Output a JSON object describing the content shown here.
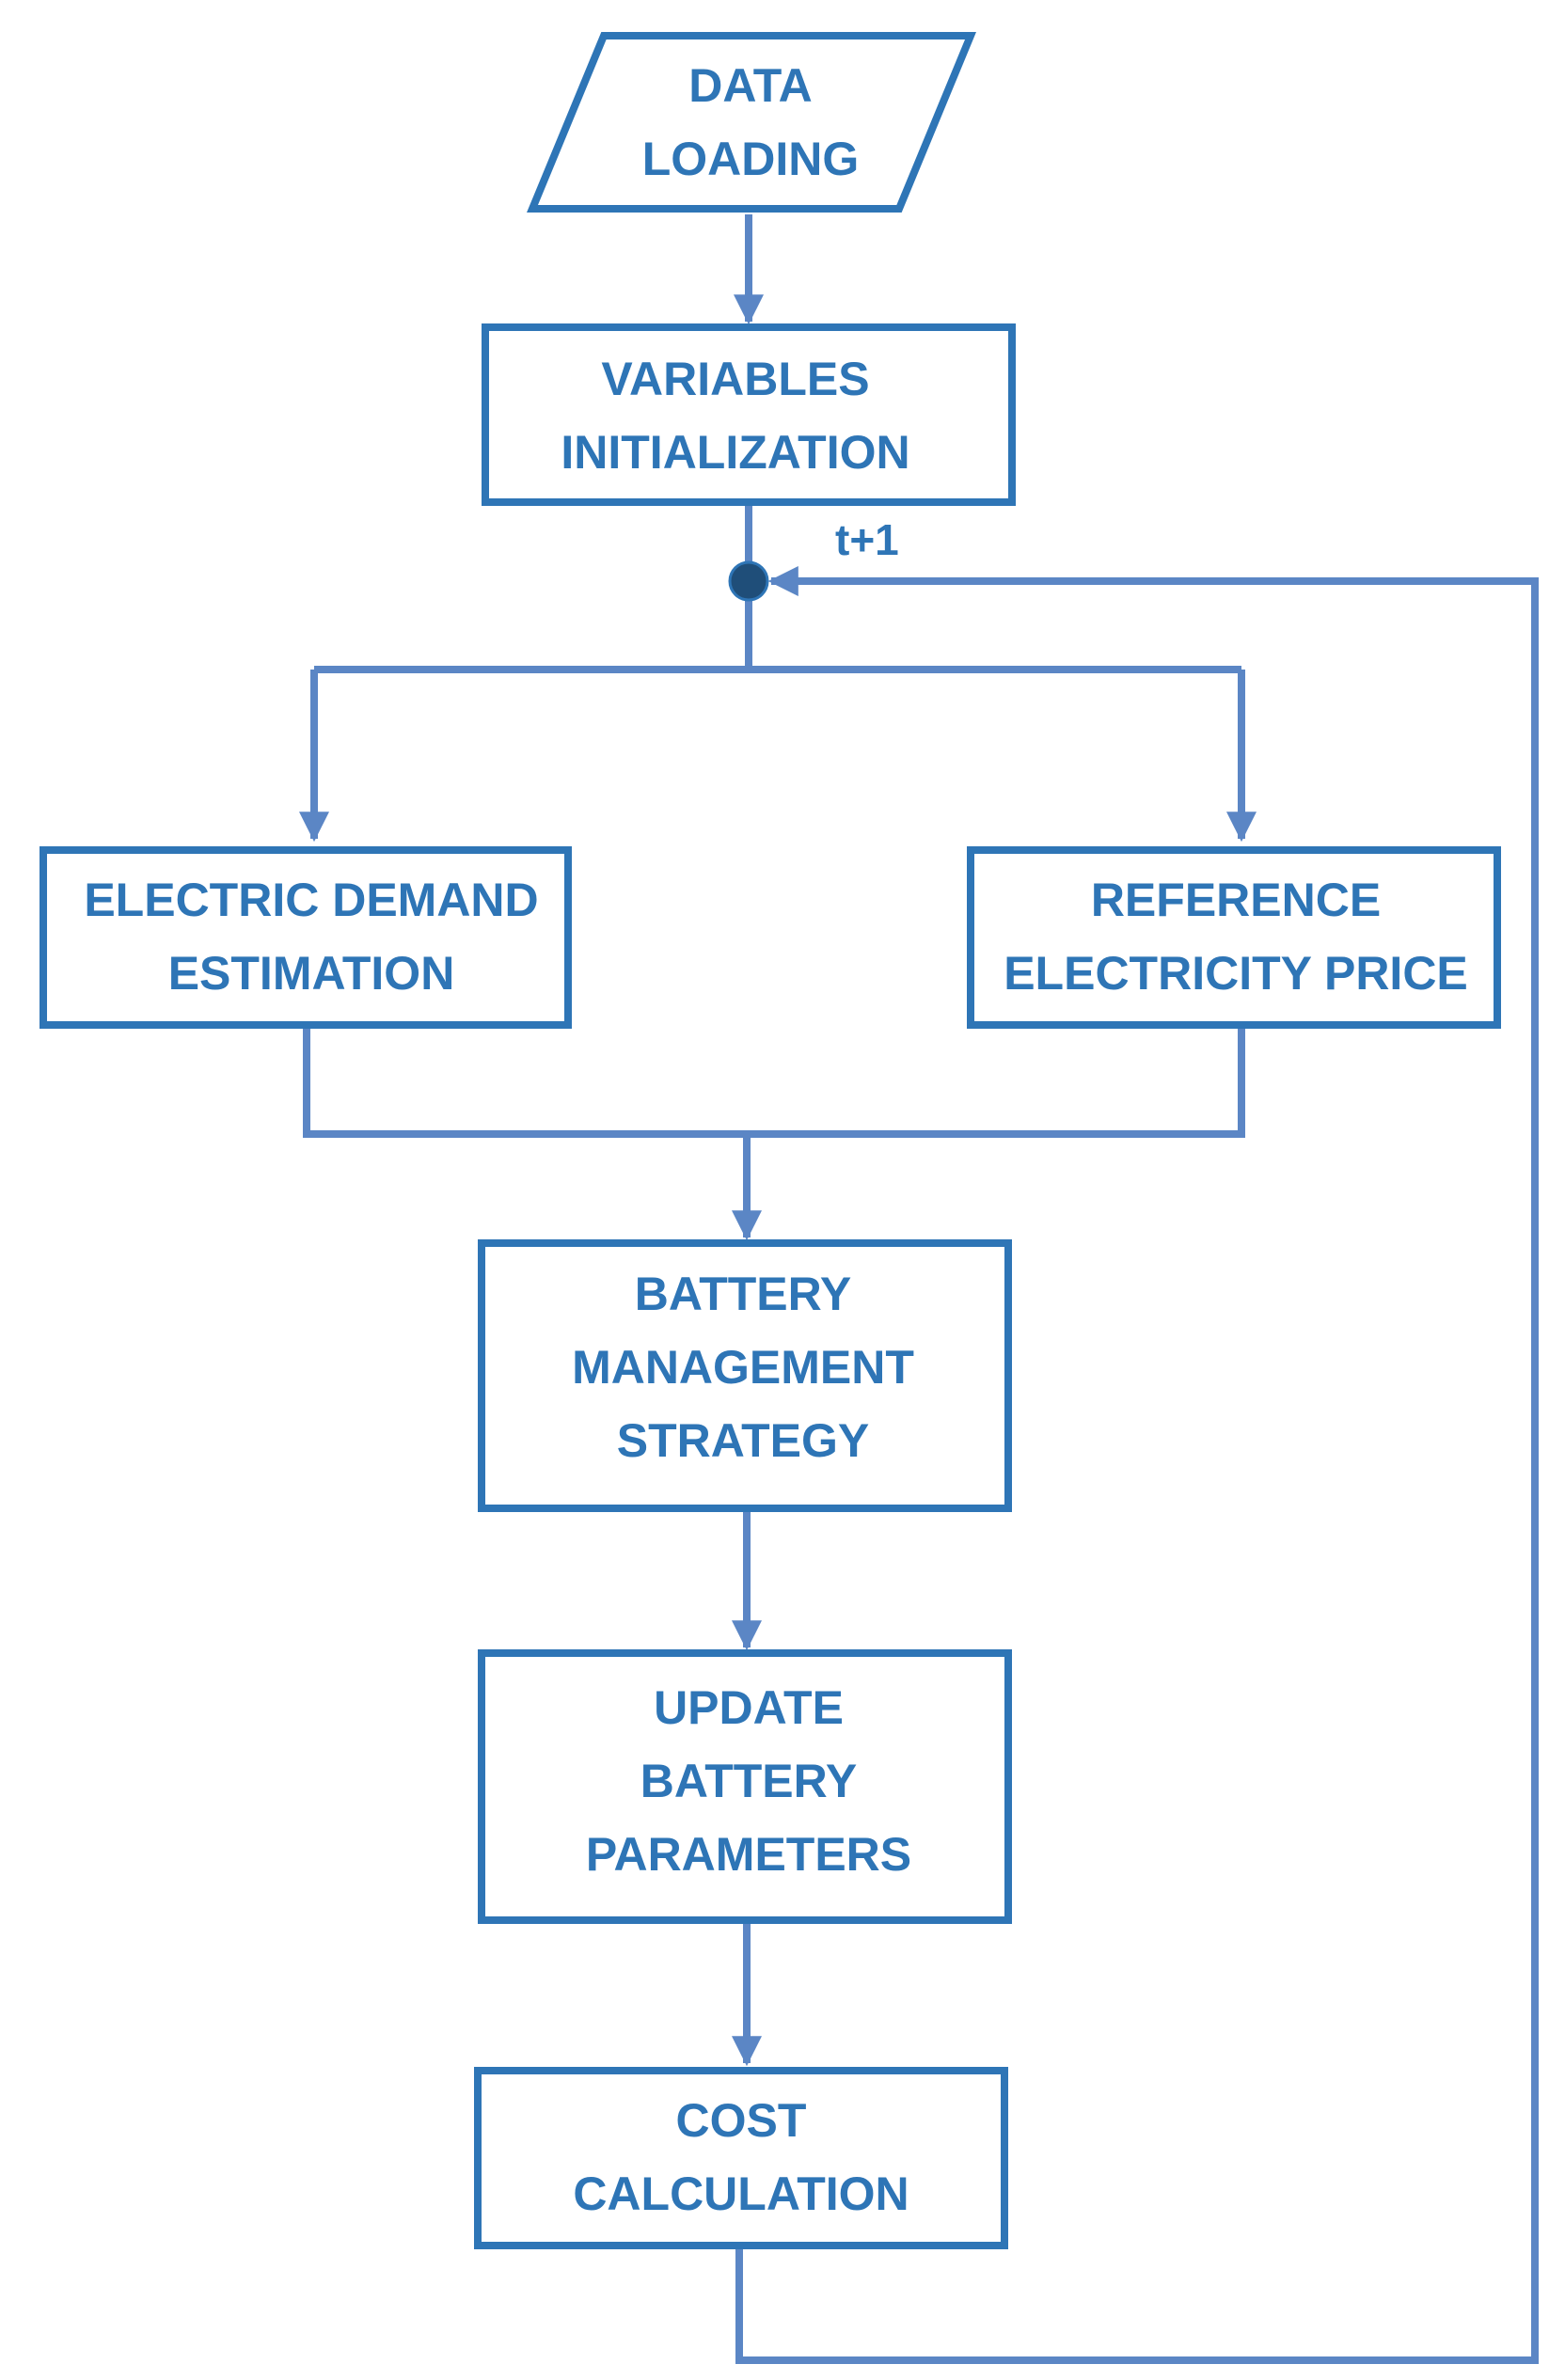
{
  "colors": {
    "node_border": "#2E75B6",
    "node_text": "#2E75B6",
    "connector": "#5B86C5",
    "junction_dot": "#1F4E79",
    "background": "#FFFFFF"
  },
  "nodes": {
    "data_loading": {
      "lines": [
        "DATA",
        "LOADING"
      ]
    },
    "variables_initialization": {
      "lines": [
        "VARIABLES",
        "INITIALIZATION"
      ]
    },
    "electric_demand_estimation": {
      "lines": [
        "ELECTRIC DEMAND",
        "ESTIMATION"
      ]
    },
    "reference_electricity_price": {
      "lines": [
        "REFERENCE",
        "ELECTRICITY PRICE"
      ]
    },
    "battery_management_strategy": {
      "lines": [
        "BATTERY",
        "MANAGEMENT",
        "STRATEGY"
      ]
    },
    "update_battery_parameters": {
      "lines": [
        "UPDATE",
        "BATTERY",
        "PARAMETERS"
      ]
    },
    "cost_calculation": {
      "lines": [
        "COST",
        "CALCULATION"
      ]
    }
  },
  "loop_label": "t+1"
}
